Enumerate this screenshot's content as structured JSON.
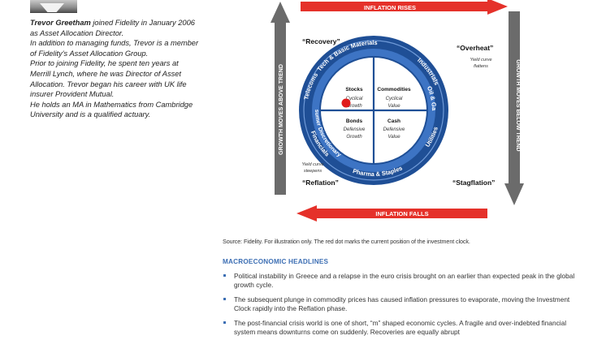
{
  "bio": {
    "name": "Trevor Greetham",
    "line1_rest": " joined Fidelity in January 2006 as Asset Allocation Director.",
    "line2": "In addition to managing funds, Trevor is a member of Fidelity's Asset Allocation Group.",
    "line3": "Prior to joining Fidelity, he spent ten years at Merrill Lynch, where he was Director of Asset Allocation. Trevor began his career with UK life insurer Provident Mutual.",
    "line4": "He holds an MA in Mathematics from Cambridge University and is a qualified actuary."
  },
  "clock": {
    "arrow_top": "INFLATION RISES",
    "arrow_bottom": "INFLATION FALLS",
    "arrow_left": "GROWTH MOVES ABOVE TREND",
    "arrow_right": "GROWTH MOVES BELOW TREND",
    "phase_recovery": "“Recovery”",
    "phase_overheat": "“Overheat”",
    "phase_reflation": "“Reflation”",
    "phase_stagflation": "“Stagflation”",
    "yield_flattens_1": "Yield curve",
    "yield_flattens_2": "flattens",
    "yield_steepens_1": "Yield curve",
    "yield_steepens_2": "steepens",
    "q_stocks": "Stocks",
    "q_stocks_sub1": "Cyclical",
    "q_stocks_sub2": "Growth",
    "q_commodities": "Commodities",
    "q_commodities_sub1": "Cyclical",
    "q_commodities_sub2": "Value",
    "q_bonds": "Bonds",
    "q_bonds_sub1": "Defensive",
    "q_bonds_sub2": "Growth",
    "q_cash": "Cash",
    "q_cash_sub1": "Defensive",
    "q_cash_sub2": "Value",
    "sector_tech": "Tech & Basic Materials",
    "sector_industrials": "Industrials",
    "sector_telecoms": "Telecoms",
    "sector_consumer": "Consumer Discretionary",
    "sector_oilgas": "Oil & Gas",
    "sector_utilities": "Utilities",
    "sector_pharma": "Pharma & Staples",
    "sector_financials": "Financials"
  },
  "colors": {
    "ring_dark": "#1f4f96",
    "ring_light": "#3d74c4",
    "arrow_red": "#e5312a",
    "arrow_grey": "#6b6b6b",
    "dot_red": "#e01b1b"
  },
  "source": "Source: Fidelity. For illustration only. The red dot marks the current position of the investment clock.",
  "macro_title": "MACROECONOMIC HEADLINES",
  "bullets": [
    "Political instability in Greece and a relapse in the euro crisis brought on an earlier than expected peak in the global growth cycle.",
    "The subsequent plunge in commodity prices has caused inflation pressures to evaporate, moving the Investment Clock rapidly into the Reflation phase.",
    "The post-financial crisis world is one of short, “m” shaped economic cycles. A fragile and over-indebted financial system means downturns come on suddenly. Recoveries are equally abrupt"
  ]
}
